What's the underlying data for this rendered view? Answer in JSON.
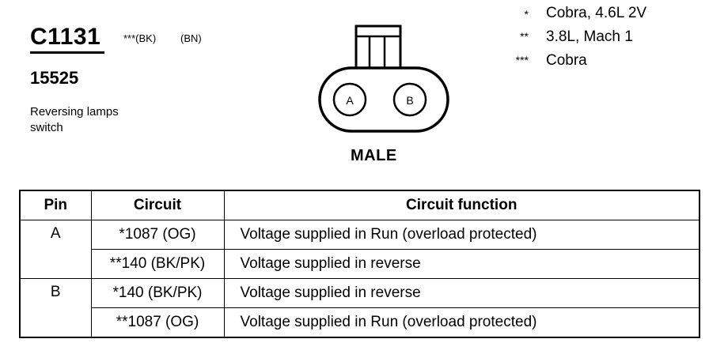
{
  "connector": {
    "id": "C1131",
    "part_number": "15525",
    "color_note_1": "***(BK)",
    "color_note_2": "(BN)",
    "description_line1": "Reversing lamps",
    "description_line2": "switch",
    "gender": "MALE",
    "terminals": [
      "A",
      "B"
    ]
  },
  "legend": [
    {
      "mark": "*",
      "text": "Cobra, 4.6L 2V"
    },
    {
      "mark": "**",
      "text": "3.8L, Mach 1"
    },
    {
      "mark": "***",
      "text": "Cobra"
    }
  ],
  "table": {
    "headers": {
      "pin": "Pin",
      "circuit": "Circuit",
      "function": "Circuit function"
    },
    "rows": [
      {
        "pin": "A",
        "circuit": "*1087 (OG)",
        "function": "Voltage supplied in Run (overload protected)"
      },
      {
        "pin": "",
        "circuit": "**140 (BK/PK)",
        "function": "Voltage supplied in reverse"
      },
      {
        "pin": "B",
        "circuit": "*140 (BK/PK)",
        "function": "Voltage supplied in reverse"
      },
      {
        "pin": "",
        "circuit": "**1087 (OG)",
        "function": "Voltage supplied in Run (overload protected)"
      }
    ]
  }
}
